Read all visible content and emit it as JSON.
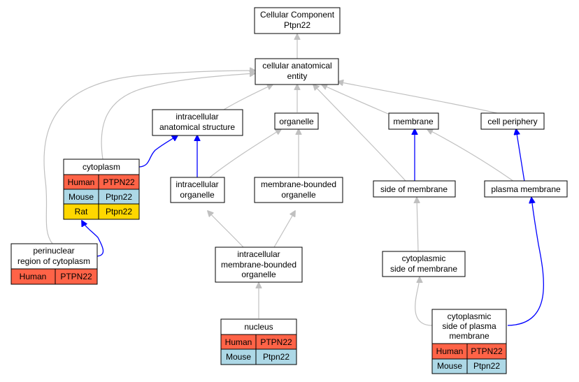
{
  "colors": {
    "human": "#ff6347",
    "mouse": "#add8e6",
    "rat": "#ffd700",
    "is_a_edge": "#c0c0c0",
    "part_of_edge": "#0000ff"
  },
  "nodes": {
    "root": {
      "lines": [
        "Cellular Component",
        "Ptpn22"
      ]
    },
    "cae": {
      "lines": [
        "cellular anatomical",
        "entity"
      ]
    },
    "ias": {
      "lines": [
        "intracellular",
        "anatomical structure"
      ]
    },
    "organelle": {
      "lines": [
        "organelle"
      ]
    },
    "membrane": {
      "lines": [
        "membrane"
      ]
    },
    "periphery": {
      "lines": [
        "cell periphery"
      ]
    },
    "cytoplasm": {
      "lines": [
        "cytoplasm"
      ],
      "rows": [
        [
          "Human",
          "PTPN22"
        ],
        [
          "Mouse",
          "Ptpn22"
        ],
        [
          "Rat",
          "Ptpn22"
        ]
      ]
    },
    "intra_org": {
      "lines": [
        "intracellular",
        "organelle"
      ]
    },
    "mbo": {
      "lines": [
        "membrane-bounded",
        "organelle"
      ]
    },
    "side_mem": {
      "lines": [
        "side of membrane"
      ]
    },
    "plasma": {
      "lines": [
        "plasma membrane"
      ]
    },
    "perinuclear": {
      "lines": [
        "perinuclear",
        "region of cytoplasm"
      ],
      "rows": [
        [
          "Human",
          "PTPN22"
        ]
      ]
    },
    "imbo": {
      "lines": [
        "intracellular",
        "membrane-bounded",
        "organelle"
      ]
    },
    "cyto_side": {
      "lines": [
        "cytoplasmic",
        "side of membrane"
      ]
    },
    "nucleus": {
      "lines": [
        "nucleus"
      ],
      "rows": [
        [
          "Human",
          "PTPN22"
        ],
        [
          "Mouse",
          "Ptpn22"
        ]
      ]
    },
    "cyto_side_pm": {
      "lines": [
        "cytoplasmic",
        "side of plasma",
        "membrane"
      ],
      "rows": [
        [
          "Human",
          "PTPN22"
        ],
        [
          "Mouse",
          "Ptpn22"
        ]
      ]
    }
  }
}
